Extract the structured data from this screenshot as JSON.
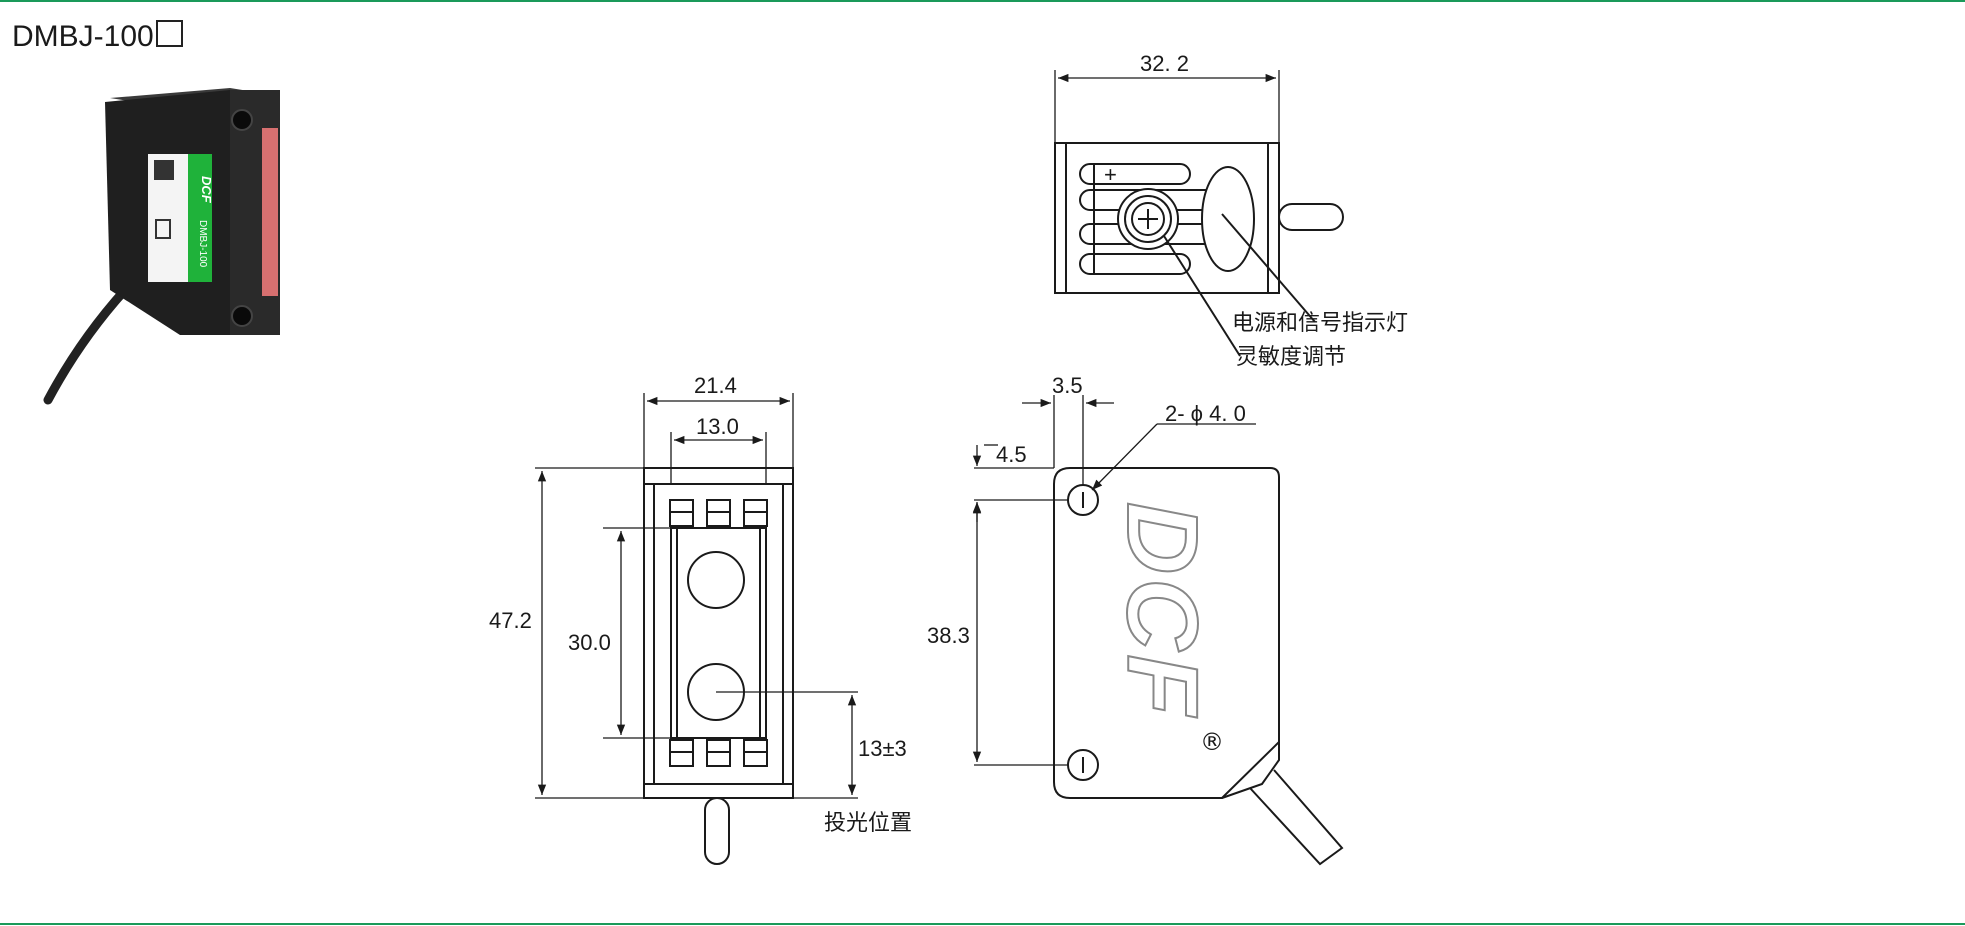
{
  "colors": {
    "rule": "#1a9a5a",
    "line": "#1a1a1a",
    "label_green": "#1fb23a",
    "sensor_body": "#1e1e1e",
    "lens_red": "#d77070"
  },
  "header": {
    "model": "DMBJ-100"
  },
  "photo": {
    "brand": "DCF",
    "model": "DMBJ-100"
  },
  "dimensions": {
    "top_width": "32. 2",
    "front_outer_width": "21.4",
    "front_inner_width": "13.0",
    "front_height": "47.2",
    "front_window_height": "30.0",
    "emit_offset": "13±3",
    "side_hole_offset_x": "3.5",
    "side_hole_offset_y": "4.5",
    "side_hole_spec": "2- ϕ 4. 0",
    "side_hole_pitch": "38.3"
  },
  "labels": {
    "indicator": "电源和信号指示灯",
    "sensitivity": "灵敏度调节",
    "emit_position": "投光位置",
    "logo_text": "DCF",
    "registered": "®"
  }
}
